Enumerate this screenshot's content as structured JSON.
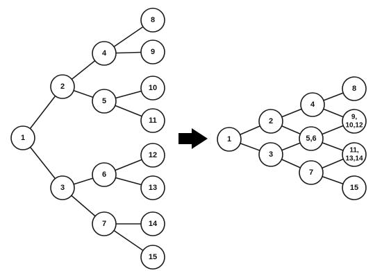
{
  "left_tree": {
    "nodes": [
      {
        "id": "L1",
        "label": "1"
      },
      {
        "id": "L2",
        "label": "2"
      },
      {
        "id": "L3",
        "label": "3"
      },
      {
        "id": "L4",
        "label": "4"
      },
      {
        "id": "L5",
        "label": "5"
      },
      {
        "id": "L6",
        "label": "6"
      },
      {
        "id": "L7",
        "label": "7"
      },
      {
        "id": "L8",
        "label": "8"
      },
      {
        "id": "L9",
        "label": "9"
      },
      {
        "id": "L10",
        "label": "10"
      },
      {
        "id": "L11",
        "label": "11"
      },
      {
        "id": "L12",
        "label": "12"
      },
      {
        "id": "L13",
        "label": "13"
      },
      {
        "id": "L14",
        "label": "14"
      },
      {
        "id": "L15",
        "label": "15"
      }
    ],
    "edges": [
      [
        "L1",
        "L2"
      ],
      [
        "L1",
        "L3"
      ],
      [
        "L2",
        "L4"
      ],
      [
        "L2",
        "L5"
      ],
      [
        "L3",
        "L6"
      ],
      [
        "L3",
        "L7"
      ],
      [
        "L4",
        "L8"
      ],
      [
        "L4",
        "L9"
      ],
      [
        "L5",
        "L10"
      ],
      [
        "L5",
        "L11"
      ],
      [
        "L6",
        "L12"
      ],
      [
        "L6",
        "L13"
      ],
      [
        "L7",
        "L14"
      ],
      [
        "L7",
        "L15"
      ]
    ]
  },
  "right_graph": {
    "nodes": [
      {
        "id": "R1",
        "lines": [
          "1"
        ]
      },
      {
        "id": "R2",
        "lines": [
          "2"
        ]
      },
      {
        "id": "R3",
        "lines": [
          "3"
        ]
      },
      {
        "id": "R4",
        "lines": [
          "4"
        ]
      },
      {
        "id": "R56",
        "lines": [
          "5,6"
        ]
      },
      {
        "id": "R7",
        "lines": [
          "7"
        ]
      },
      {
        "id": "R8",
        "lines": [
          "8"
        ]
      },
      {
        "id": "R91012",
        "lines": [
          "9,",
          "10,12"
        ]
      },
      {
        "id": "R111314",
        "lines": [
          "11,",
          "13,14"
        ]
      },
      {
        "id": "R15",
        "lines": [
          "15"
        ]
      }
    ],
    "edges": [
      [
        "R1",
        "R2"
      ],
      [
        "R1",
        "R3"
      ],
      [
        "R2",
        "R4"
      ],
      [
        "R2",
        "R56"
      ],
      [
        "R3",
        "R56"
      ],
      [
        "R3",
        "R7"
      ],
      [
        "R4",
        "R8"
      ],
      [
        "R4",
        "R91012"
      ],
      [
        "R56",
        "R91012"
      ],
      [
        "R56",
        "R111314"
      ],
      [
        "R7",
        "R111314"
      ],
      [
        "R7",
        "R15"
      ]
    ]
  }
}
